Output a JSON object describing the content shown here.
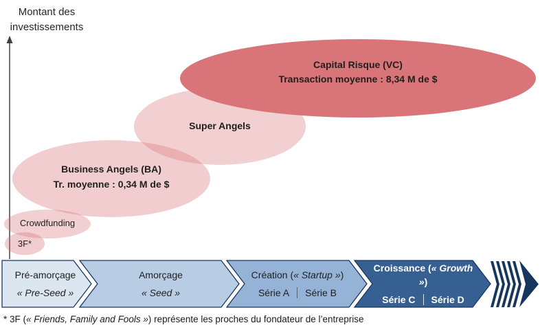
{
  "title": {
    "line1": "Montant des",
    "line2": "investissements"
  },
  "ellipses": {
    "vc": {
      "label": "Capital Risque (VC)",
      "sublabel": "Transaction moyenne : 8,34 M de $"
    },
    "super_angels": {
      "label": "Super Angels"
    },
    "business_angels": {
      "label": "Business Angels (BA)",
      "sublabel": "Tr. moyenne : 0,34 M de $"
    },
    "crowdfunding": {
      "label": "Crowdfunding"
    },
    "fff": {
      "label": "3F*"
    }
  },
  "stages": {
    "pre_seed": {
      "line1": "Pré-amorçage",
      "line2": "« Pre-Seed »"
    },
    "seed": {
      "line1": "Amorçage",
      "line2": "« Seed »"
    },
    "startup": {
      "prefix": "Création (",
      "italic": "« Startup »",
      "suffix": ")",
      "serie_left": "Série A",
      "serie_right": "Série B"
    },
    "growth": {
      "prefix": "Croissance (",
      "italic": "« Growth »",
      "suffix": ")",
      "serie_left": "Série C",
      "serie_right": "Série D"
    }
  },
  "footnote": {
    "prefix": "* 3F (",
    "italic": "« Friends, Family and Fools »",
    "suffix": ") représente les proches du fondateur de l’entreprise"
  },
  "colors": {
    "vc_fill": "#d97579",
    "light_pink_fill": "#f2cdcd",
    "stage1_fill": "#dce6f1",
    "stage2_fill": "#b8cce4",
    "stage3_fill": "#95b3d7",
    "stage4_fill": "#376092",
    "dark_navy": "#17365d",
    "text_dark": "#1f1f1f"
  }
}
